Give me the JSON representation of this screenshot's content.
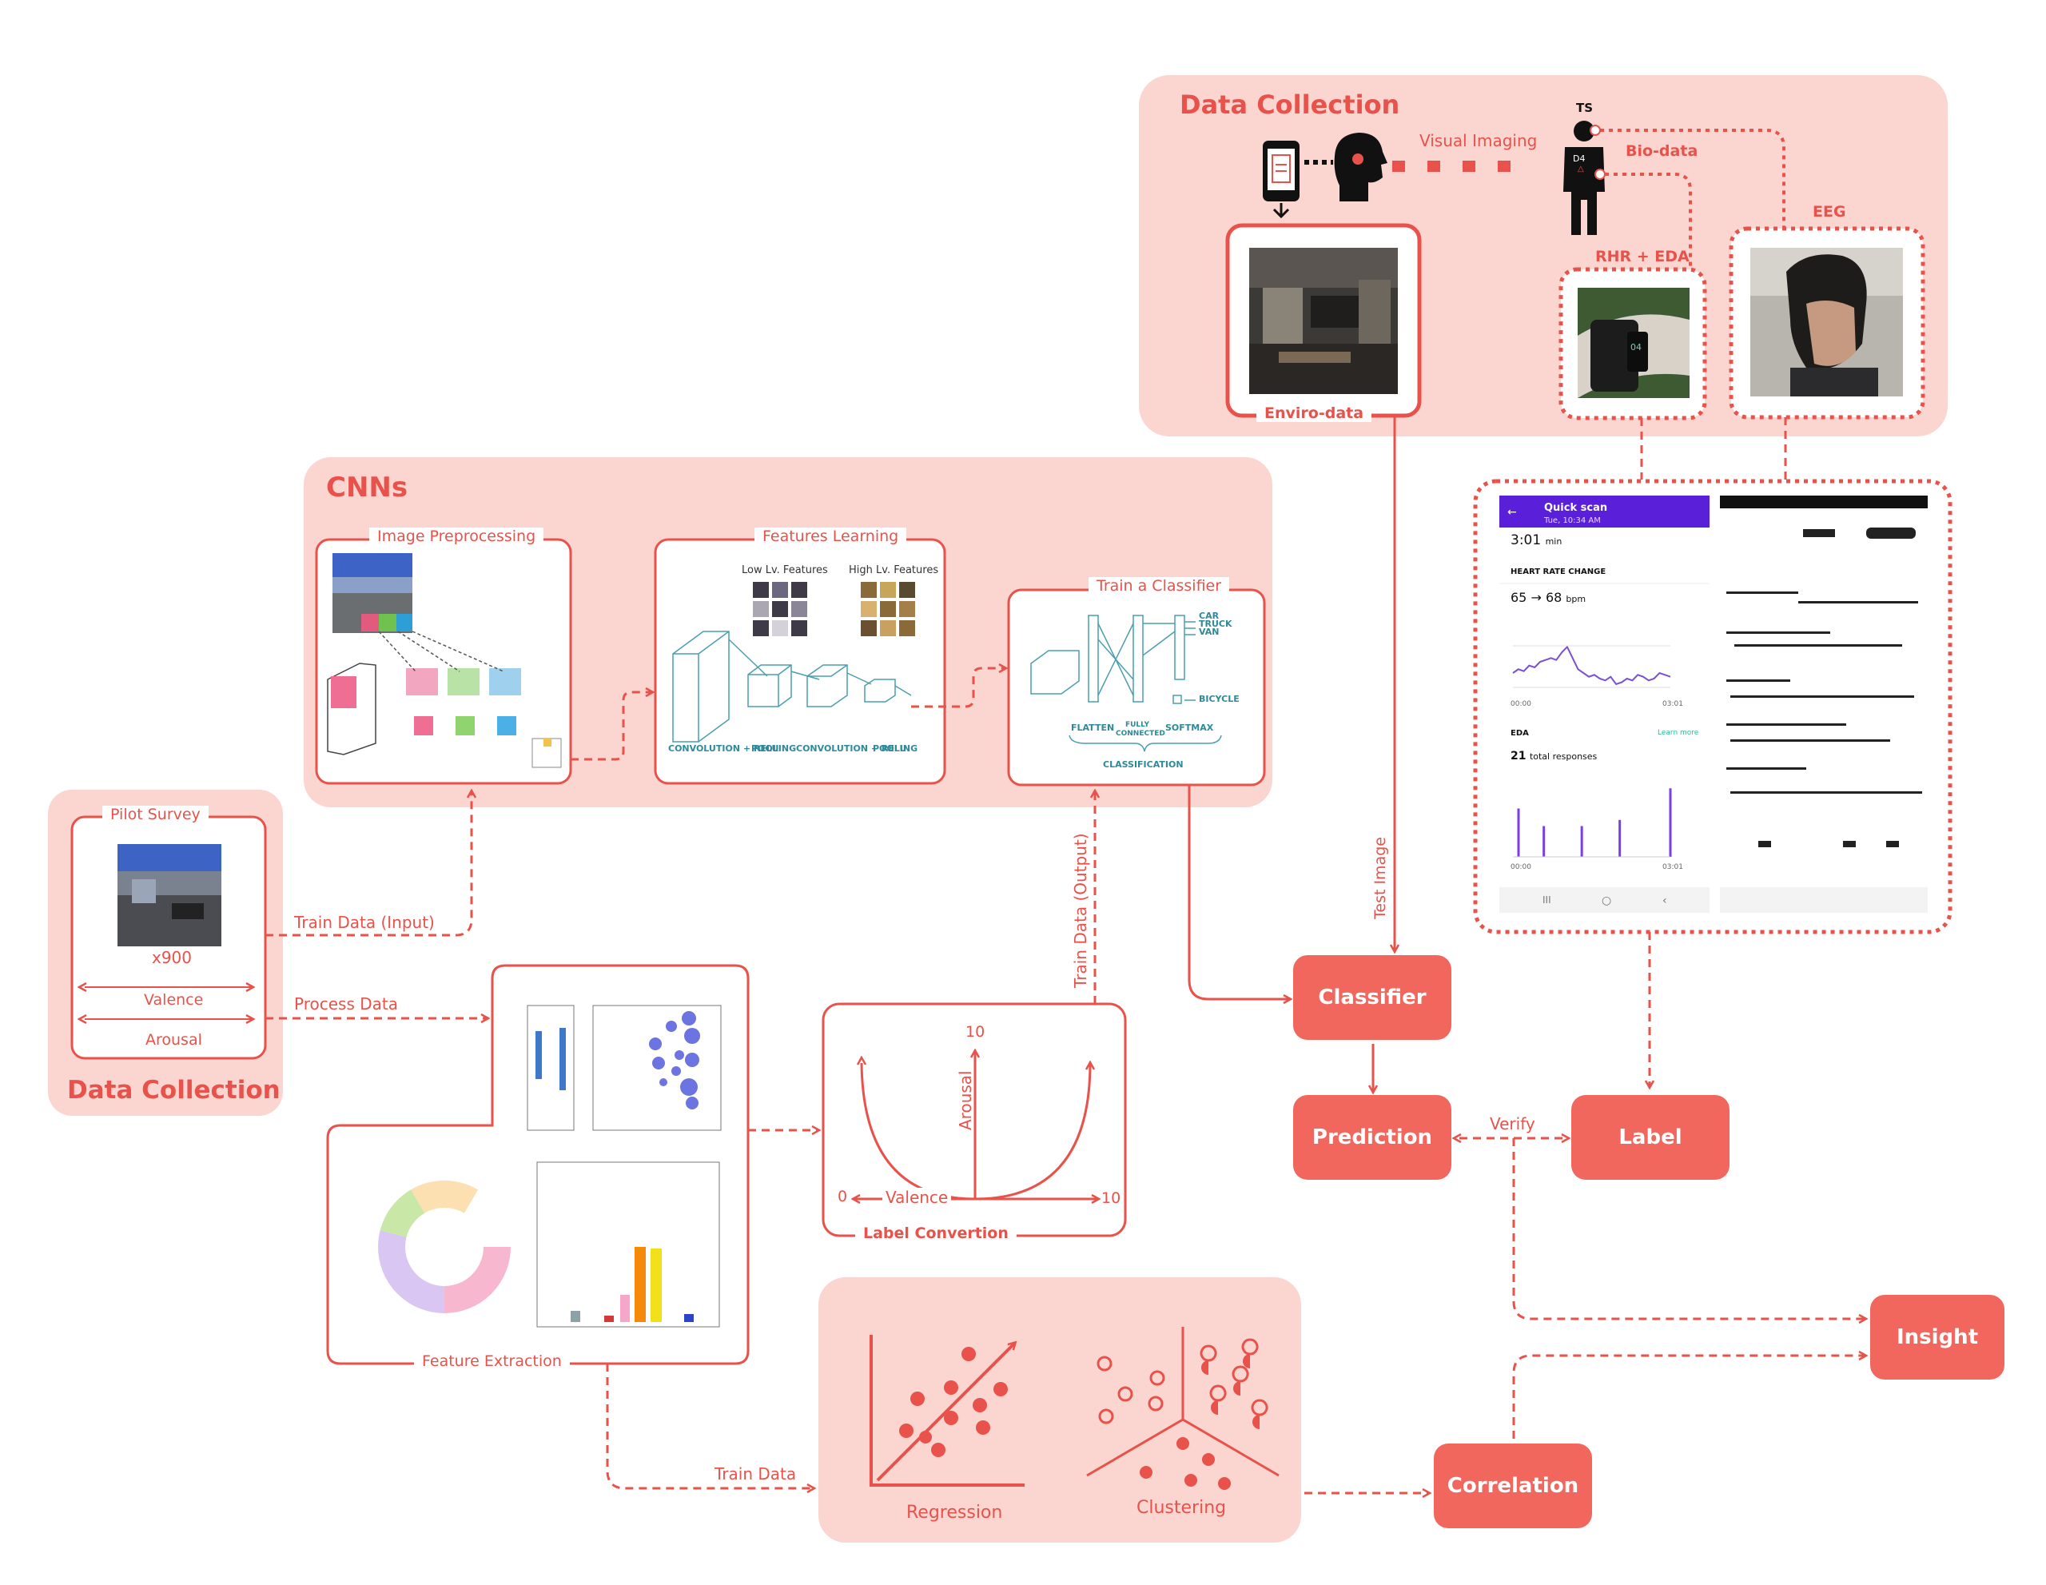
{
  "top_collection": {
    "title": "Data Collection",
    "visual_imaging": "Visual Imaging",
    "ts": "TS",
    "bio_data": "Bio-data",
    "rhr_eda": "RHR + EDA",
    "eeg": "EEG",
    "enviro_data": "Enviro-data"
  },
  "cnns": {
    "title": "CNNs",
    "image_preprocessing": "Image Preprocessing",
    "features_learning": "Features Learning",
    "low_features": "Low Lv. Features",
    "high_features": "High Lv. Features",
    "conv_relu_1": "CONVOLUTION + RELU",
    "pooling_1": "POOLING",
    "conv_relu_2": "CONVOLUTION + RELU",
    "pooling_2": "POOLING",
    "train_classifier": "Train a Classifier",
    "classes": [
      "CAR",
      "TRUCK",
      "VAN",
      "BICYCLE"
    ],
    "flatten": "FLATTEN",
    "fully_connected": "FULLY CONNECTED",
    "softmax": "SOFTMAX",
    "classification": "CLASSIFICATION"
  },
  "left_collection": {
    "title": "Data Collection",
    "pilot_survey": "Pilot Survey",
    "count": "x900",
    "valence": "Valence",
    "arousal": "Arousal"
  },
  "flows": {
    "train_input": "Train Data (Input)",
    "process_data": "Process Data",
    "train_output": "Train Data (Output)",
    "test_image": "Test Image",
    "train_data": "Train Data",
    "verify": "Verify"
  },
  "feature_extraction": {
    "title": "Feature Extraction"
  },
  "label_convertion": {
    "title": "Label Convertion",
    "arousal": "Arousal",
    "valence": "Valence",
    "zero": "0",
    "ten_x": "10",
    "ten_y": "10"
  },
  "analysis": {
    "regression": "Regression",
    "clustering": "Clustering"
  },
  "nodes": {
    "classifier": "Classifier",
    "prediction": "Prediction",
    "label": "Label",
    "insight": "Insight",
    "correlation": "Correlation"
  },
  "phone": {
    "header_title": "Quick scan",
    "header_sub": "Tue, 10:34 AM",
    "duration_value": "3:01",
    "duration_unit": "min",
    "heart_rate_change": "HEART RATE CHANGE",
    "hr_from": "65",
    "hr_to": "68",
    "hr_unit": "bpm",
    "eda": "EDA",
    "learn_more": "Learn more",
    "responses_value": "21",
    "responses_label": "total responses",
    "t_start": "00:00",
    "t_end": "03:01",
    "hr_series": [
      72,
      74,
      73,
      76,
      75,
      78,
      79,
      80,
      79,
      83,
      86,
      80,
      74,
      72,
      70,
      71,
      69,
      68,
      70,
      66,
      67,
      69,
      68,
      71,
      70,
      68,
      69,
      72,
      71,
      70
    ],
    "eda_spikes": [
      0.55,
      0.0,
      0.35,
      0.0,
      0.0,
      0.35,
      0.0,
      0.0,
      0.42,
      0.0,
      0.0,
      0.0,
      0.78
    ]
  },
  "colors": {
    "accent": "#e8524a",
    "panel": "#fbd6d1",
    "node": "#f2675d",
    "purple": "#5a1fd8"
  }
}
